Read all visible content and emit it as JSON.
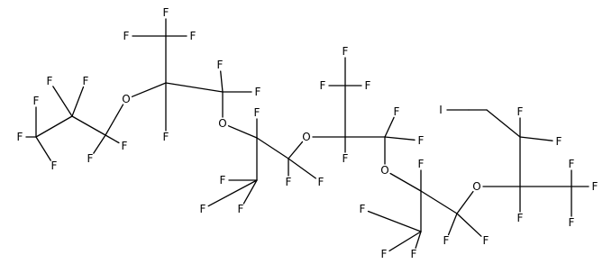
{
  "diagram": {
    "type": "skeletal-structural-formula",
    "colors": {
      "bond": "#000000",
      "label": "#000000",
      "background": "#ffffff"
    },
    "atoms": [
      {
        "id": "C1",
        "label": ""
      },
      {
        "id": "C2",
        "label": ""
      },
      {
        "id": "C3",
        "label": ""
      },
      {
        "id": "O1",
        "label": "O"
      },
      {
        "id": "C4",
        "label": ""
      },
      {
        "id": "C5",
        "label": ""
      },
      {
        "id": "C6",
        "label": ""
      },
      {
        "id": "O2",
        "label": "O"
      },
      {
        "id": "C7",
        "label": ""
      },
      {
        "id": "C8",
        "label": ""
      },
      {
        "id": "C9",
        "label": ""
      },
      {
        "id": "O3",
        "label": "O"
      },
      {
        "id": "C10",
        "label": ""
      },
      {
        "id": "C11",
        "label": ""
      },
      {
        "id": "C12",
        "label": ""
      },
      {
        "id": "O4",
        "label": "O"
      },
      {
        "id": "C13",
        "label": ""
      },
      {
        "id": "C14",
        "label": ""
      },
      {
        "id": "C15",
        "label": ""
      },
      {
        "id": "O5",
        "label": "O"
      },
      {
        "id": "C16",
        "label": ""
      },
      {
        "id": "C17",
        "label": ""
      },
      {
        "id": "C18",
        "label": ""
      },
      {
        "id": "C19",
        "label": ""
      },
      {
        "id": "C20",
        "label": ""
      },
      {
        "id": "I1",
        "label": "I"
      },
      {
        "id": "F1",
        "label": "F"
      },
      {
        "id": "F2",
        "label": "F"
      },
      {
        "id": "F3",
        "label": "F"
      },
      {
        "id": "F4",
        "label": "F"
      },
      {
        "id": "F5",
        "label": "F"
      },
      {
        "id": "F6",
        "label": "F"
      },
      {
        "id": "F7",
        "label": "F"
      },
      {
        "id": "F8",
        "label": "F"
      },
      {
        "id": "F9",
        "label": "F"
      },
      {
        "id": "F10",
        "label": "F"
      },
      {
        "id": "F11",
        "label": "F"
      },
      {
        "id": "F12",
        "label": "F"
      },
      {
        "id": "F13",
        "label": "F"
      },
      {
        "id": "F14",
        "label": "F"
      },
      {
        "id": "F15",
        "label": "F"
      },
      {
        "id": "F16",
        "label": "F"
      },
      {
        "id": "F17",
        "label": "F"
      },
      {
        "id": "F18",
        "label": "F"
      },
      {
        "id": "F19",
        "label": "F"
      },
      {
        "id": "F20",
        "label": "F"
      },
      {
        "id": "F21",
        "label": "F"
      },
      {
        "id": "F22",
        "label": "F"
      },
      {
        "id": "F23",
        "label": "F"
      },
      {
        "id": "F24",
        "label": "F"
      },
      {
        "id": "F25",
        "label": "F"
      },
      {
        "id": "F26",
        "label": "F"
      },
      {
        "id": "F27",
        "label": "F"
      },
      {
        "id": "F28",
        "label": "F"
      },
      {
        "id": "F29",
        "label": "F"
      },
      {
        "id": "F30",
        "label": "F"
      },
      {
        "id": "F31",
        "label": "F"
      },
      {
        "id": "F32",
        "label": "F"
      },
      {
        "id": "F33",
        "label": "F"
      },
      {
        "id": "F34",
        "label": "F"
      },
      {
        "id": "F35",
        "label": "F"
      },
      {
        "id": "F36",
        "label": "F"
      },
      {
        "id": "F37",
        "label": "F"
      }
    ],
    "bonds": [
      [
        "C1",
        "C2"
      ],
      [
        "C2",
        "C3"
      ],
      [
        "C3",
        "O1"
      ],
      [
        "O1",
        "C4"
      ],
      [
        "C4",
        "C5"
      ],
      [
        "C4",
        "C6"
      ],
      [
        "C6",
        "O2"
      ],
      [
        "O2",
        "C7"
      ],
      [
        "C7",
        "C8"
      ],
      [
        "C7",
        "C9"
      ],
      [
        "C9",
        "O3"
      ],
      [
        "O3",
        "C10"
      ],
      [
        "C10",
        "C11"
      ],
      [
        "C10",
        "C12"
      ],
      [
        "C12",
        "O4"
      ],
      [
        "O4",
        "C13"
      ],
      [
        "C13",
        "C14"
      ],
      [
        "C13",
        "C15"
      ],
      [
        "C15",
        "O5"
      ],
      [
        "O5",
        "C16"
      ],
      [
        "C16",
        "C17"
      ],
      [
        "C16",
        "C18"
      ],
      [
        "C18",
        "C19"
      ],
      [
        "C19",
        "C20"
      ],
      [
        "C20",
        "I1"
      ],
      [
        "C1",
        "F1"
      ],
      [
        "C1",
        "F2"
      ],
      [
        "C1",
        "F3"
      ],
      [
        "C2",
        "F4"
      ],
      [
        "C2",
        "F5"
      ],
      [
        "C3",
        "F6"
      ],
      [
        "C3",
        "F7"
      ],
      [
        "C5",
        "F8"
      ],
      [
        "C5",
        "F9"
      ],
      [
        "C5",
        "F10"
      ],
      [
        "C4",
        "F11"
      ],
      [
        "C6",
        "F12"
      ],
      [
        "C6",
        "F13"
      ],
      [
        "C8",
        "F14"
      ],
      [
        "C8",
        "F15"
      ],
      [
        "C8",
        "F16"
      ],
      [
        "C7",
        "F17"
      ],
      [
        "C9",
        "F18"
      ],
      [
        "C9",
        "F19"
      ],
      [
        "C11",
        "F20"
      ],
      [
        "C11",
        "F21"
      ],
      [
        "C11",
        "F22"
      ],
      [
        "C10",
        "F23"
      ],
      [
        "C12",
        "F24"
      ],
      [
        "C12",
        "F25"
      ],
      [
        "C14",
        "F26"
      ],
      [
        "C14",
        "F27"
      ],
      [
        "C14",
        "F28"
      ],
      [
        "C13",
        "F29"
      ],
      [
        "C15",
        "F30"
      ],
      [
        "C15",
        "F31"
      ],
      [
        "C18",
        "F32"
      ],
      [
        "C18",
        "F33"
      ],
      [
        "C16",
        "F34"
      ],
      [
        "C17",
        "F35"
      ],
      [
        "C17",
        "F36"
      ],
      [
        "C17",
        "F37"
      ]
    ]
  }
}
